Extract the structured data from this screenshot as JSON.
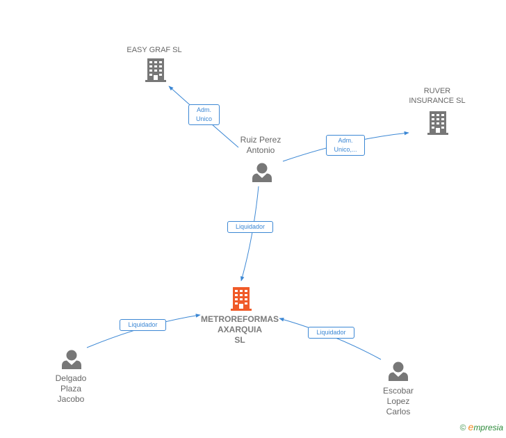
{
  "nodes": {
    "easy_graf": {
      "name": "EASY GRAF SL",
      "kind": "company"
    },
    "ruver": {
      "name_line1": "RUVER",
      "name_line2": "INSURANCE SL",
      "kind": "company"
    },
    "ruiz": {
      "name_line1": "Ruiz Perez",
      "name_line2": "Antonio",
      "kind": "person"
    },
    "metro": {
      "name_line1": "METROREFORMAS",
      "name_line2": "AXARQUIA",
      "name_line3": "SL",
      "kind": "company-main"
    },
    "delgado": {
      "name_line1": "Delgado",
      "name_line2": "Plaza",
      "name_line3": "Jacobo",
      "kind": "person"
    },
    "escobar": {
      "name_line1": "Escobar",
      "name_line2": "Lopez",
      "name_line3": "Carlos",
      "kind": "person"
    }
  },
  "edges": {
    "ruiz_easy": {
      "line1": "Adm.",
      "line2": "Unico"
    },
    "ruiz_ruver": {
      "line1": "Adm.",
      "line2": "Unico,..."
    },
    "ruiz_metro": {
      "label": "Liquidador"
    },
    "delgado_metro": {
      "label": "Liquidador"
    },
    "escobar_metro": {
      "label": "Liquidador"
    }
  },
  "brand": {
    "copyright": "©",
    "initial": "e",
    "rest": "mpresia"
  },
  "colors": {
    "edge": "#3b87d4",
    "company": "#777777",
    "main_company": "#f05a28",
    "person": "#777777"
  }
}
